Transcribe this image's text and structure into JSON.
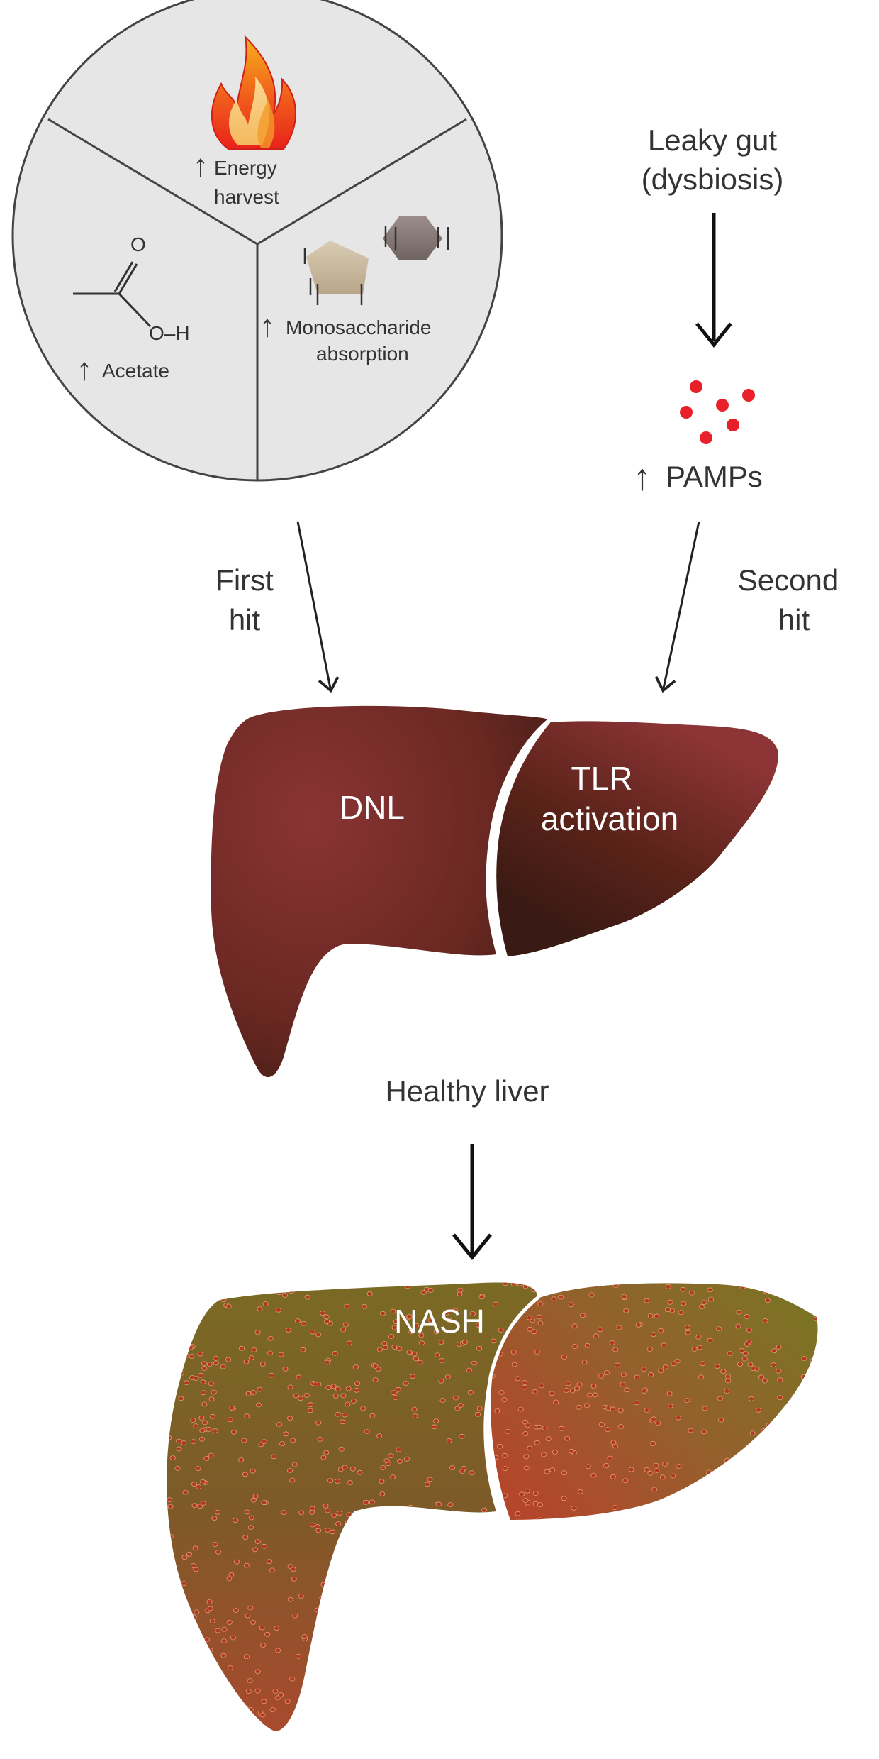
{
  "diagram": {
    "pie": {
      "energy_label": [
        "Energy",
        "harvest"
      ],
      "acetate_label": "Acetate",
      "acetate_formula": {
        "oxygen": "O",
        "hydroxyl": "O–H"
      },
      "mono_label": [
        "Monosaccharide",
        "absorption"
      ],
      "up_arrow": "↑"
    },
    "leaky_gut": [
      "Leaky gut",
      "(dysbiosis)"
    ],
    "pamps_label": "PAMPs",
    "first_hit": [
      "First",
      "hit"
    ],
    "second_hit": [
      "Second",
      "hit"
    ],
    "healthy_liver": {
      "left_label": "DNL",
      "right_label": [
        "TLR",
        "activation"
      ],
      "caption": "Healthy liver"
    },
    "nash_liver": {
      "label": "NASH"
    },
    "colors": {
      "pie_fill": "#e6e6e6",
      "pamp_dot": "#e8202a",
      "healthy_liver_dark": "#3a1a14",
      "healthy_liver_light": "#8c3436",
      "nash_liver_olive": "#7a6a24",
      "nash_liver_rust": "#a44a2e",
      "nash_spot": "#b03a22"
    }
  }
}
